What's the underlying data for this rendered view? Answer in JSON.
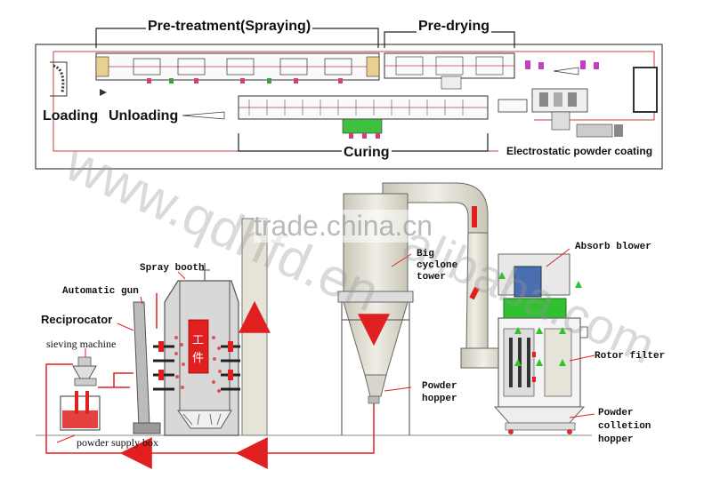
{
  "top_layout": {
    "pretreatment": "Pre-treatment(Spraying)",
    "predrying": "Pre-drying",
    "loading": "Loading",
    "unloading": "Unloading",
    "curing": "Curing",
    "electrostatic": "Electrostatic powder coating"
  },
  "bottom_layout": {
    "spray_booth": "Spray booth",
    "automatic_gun": "Automatic gun",
    "reciprocator": "Reciprocator",
    "sieving_machine": "sieving machine",
    "powder_supply_box": "powder supply box",
    "big_cyclone_tower": [
      "Big",
      "cyclone",
      "tower"
    ],
    "powder_hopper": [
      "Powder",
      "hopper"
    ],
    "absorb_blower": "Absorb blower",
    "rotor_filter": "Rotor filter",
    "powder_collection_hopper": [
      "Powder",
      "colletion",
      "hopper"
    ],
    "workpiece_chars": [
      "工",
      "件"
    ]
  },
  "watermark": {
    "site": "www.qdhfd.en",
    "market": "trade.china.cn",
    "alibaba_fragment": "alibaba.com"
  },
  "colors": {
    "flow_red": "#e02020",
    "booth_bg": "#d8d8d8",
    "tower_fill": "#e6e4d8",
    "blower_green": "#30c030",
    "frame_gray": "#555555"
  }
}
